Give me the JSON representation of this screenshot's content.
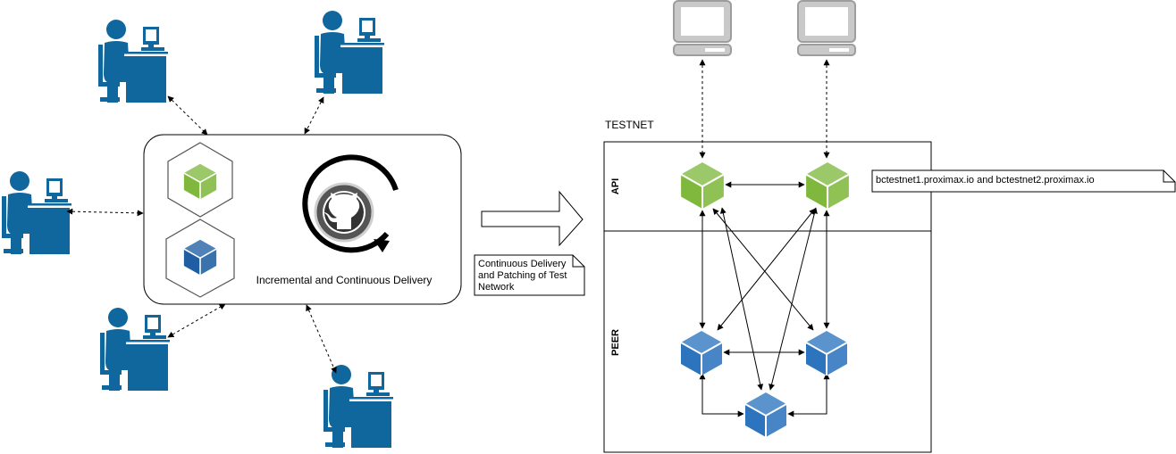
{
  "testnet_label": "TESTNET",
  "api_section_label": "API",
  "peer_section_label": "PEER",
  "delivery_label": "Incremental and Continuous Delivery",
  "note_delivery": {
    "line1": "Continuous Delivery",
    "line2": "and Patching of Test",
    "line3": "Network"
  },
  "note_hosts": "bctestnet1.proximax.io and bctestnet2.proximax.io",
  "colors": {
    "user_blue": "#0f679e",
    "api_green": "#7fb83d",
    "peer_blue": "#2d74bf",
    "server_dark_blue": "#1f5ea3",
    "monitor_gray": "#bfbfbf",
    "github_dark": "#333333"
  },
  "icons": [
    "user-workstation-icon",
    "api-server-icon",
    "peer-server-icon",
    "github-icon",
    "desktop-computer-icon"
  ]
}
